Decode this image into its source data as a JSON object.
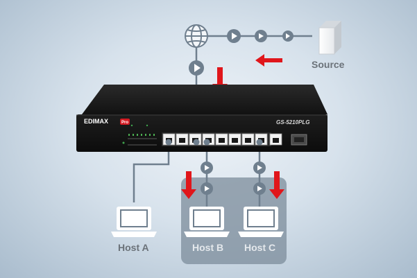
{
  "labels": {
    "source": "Source",
    "host_a": "Host A",
    "host_b": "Host B",
    "host_c": "Host C"
  },
  "switch": {
    "brand": "EDIMAX",
    "brand_badge": "Pro",
    "model": "GS-5210PLG"
  },
  "icons": {
    "globe": "globe-icon",
    "server": "server-icon",
    "laptop": "laptop-icon",
    "play": "play-arrow-icon",
    "arrow": "red-arrow-icon"
  },
  "colors": {
    "line": "#6f7f8e",
    "node": "#6f7f8e",
    "arrow": "#e0161b",
    "highlight": "#6a7b8c",
    "switch_body": "#1b1b1b"
  }
}
